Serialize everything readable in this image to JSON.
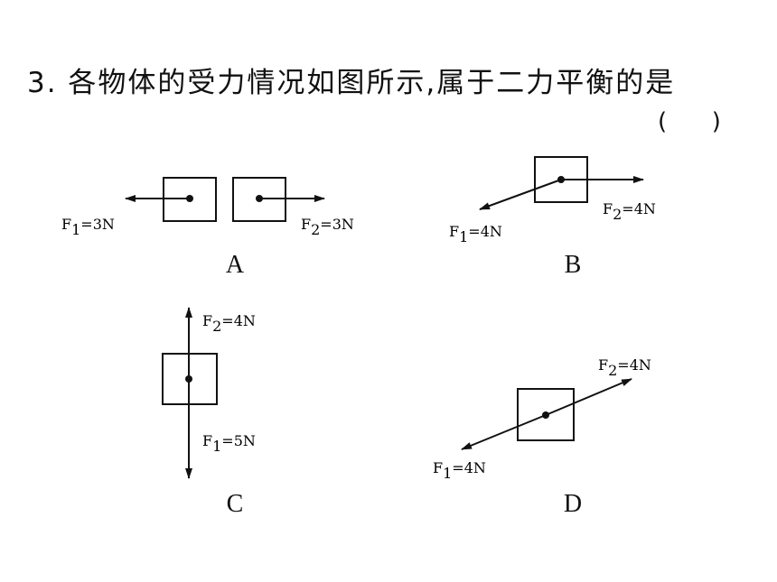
{
  "question": {
    "text": "3. 各物体的受力情况如图所示,属于二力平衡的是",
    "answer_slot": "(      )"
  },
  "options": {
    "A": {
      "letter": "A",
      "f1": {
        "sym": "F",
        "sub": "1",
        "val": "=3N"
      },
      "f2": {
        "sym": "F",
        "sub": "2",
        "val": "=3N"
      }
    },
    "B": {
      "letter": "B",
      "f1": {
        "sym": "F",
        "sub": "1",
        "val": "=4N"
      },
      "f2": {
        "sym": "F",
        "sub": "2",
        "val": "=4N"
      }
    },
    "C": {
      "letter": "C",
      "f1": {
        "sym": "F",
        "sub": "1",
        "val": "=5N"
      },
      "f2": {
        "sym": "F",
        "sub": "2",
        "val": "=4N"
      }
    },
    "D": {
      "letter": "D",
      "f1": {
        "sym": "F",
        "sub": "1",
        "val": "=4N"
      },
      "f2": {
        "sym": "F",
        "sub": "2",
        "val": "=4N"
      }
    }
  }
}
